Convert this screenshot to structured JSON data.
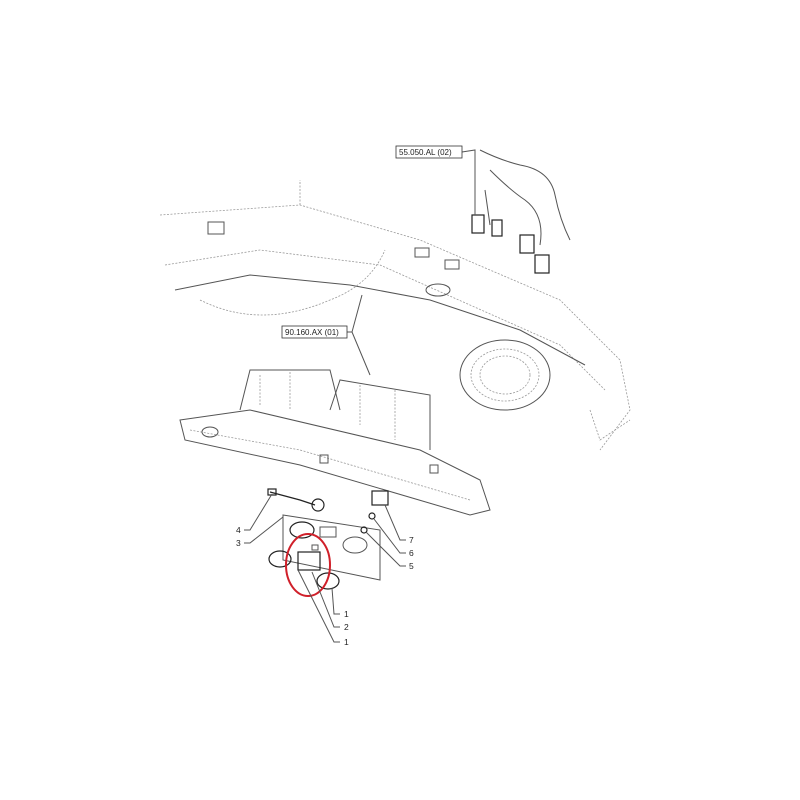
{
  "references": {
    "harness_ref": "55.050.AL (02)",
    "dashboard_ref": "90.160.AX (01)"
  },
  "callouts": {
    "c4": "4",
    "c3": "3",
    "c7": "7",
    "c6": "6",
    "c5": "5",
    "c1a": "1",
    "c2": "2",
    "c1b": "1"
  },
  "highlight_color": "#d0202a"
}
